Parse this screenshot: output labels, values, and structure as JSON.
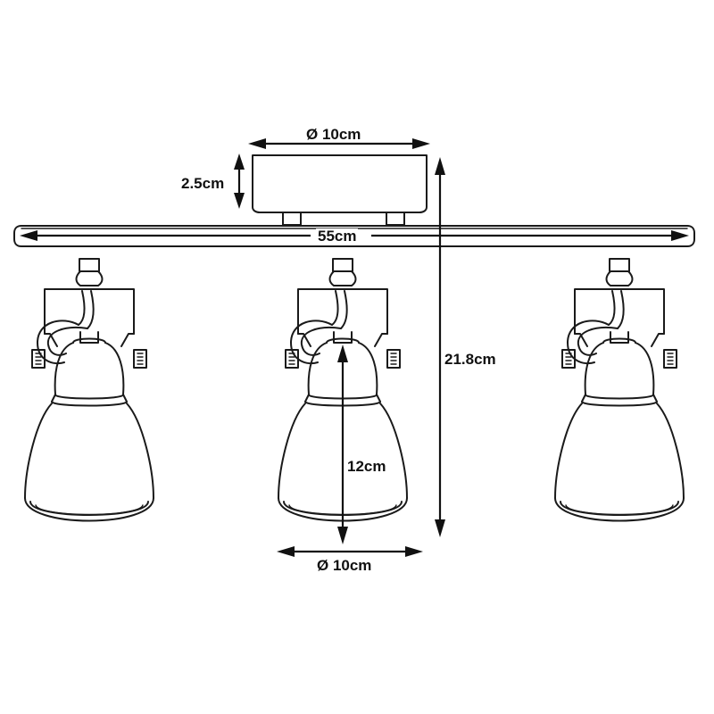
{
  "dimensions": {
    "canopy_diameter": "Ø 10cm",
    "canopy_height": "2.5cm",
    "bar_length": "55cm",
    "total_height": "21.8cm",
    "shade_height": "12cm",
    "shade_diameter": "Ø 10cm"
  },
  "colors": {
    "line": "#1a1a1a",
    "background": "#ffffff"
  },
  "spotlight_count": 3
}
